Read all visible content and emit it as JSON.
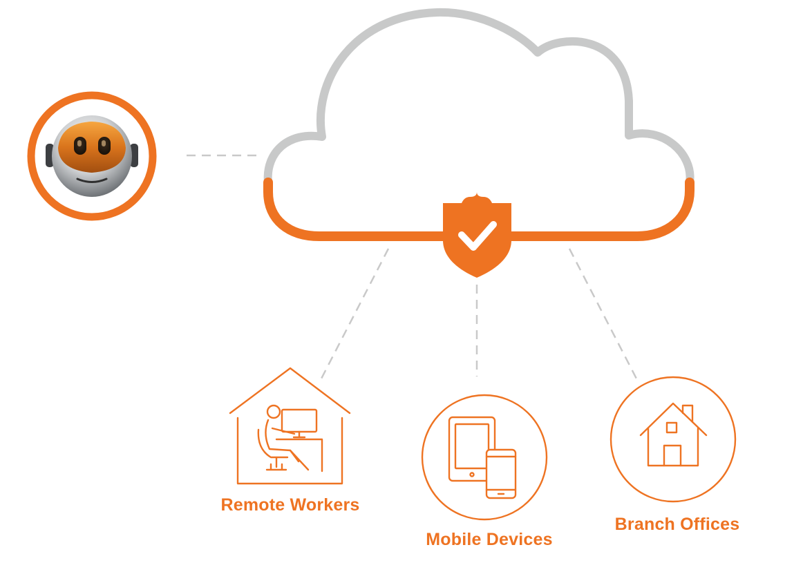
{
  "colors": {
    "accent": "#ee7322",
    "cloud_gray": "#c8c9c9",
    "connector": "#c9c9c9",
    "white": "#ffffff"
  },
  "labels": {
    "remote_workers": "Remote Workers",
    "mobile_devices": "Mobile Devices",
    "branch_offices": "Branch Offices"
  },
  "icons": {
    "mascot": "robot-mascot-icon",
    "shield": "shield-check-icon",
    "remote": "home-worker-icon",
    "mobile": "tablet-phone-icon",
    "branch": "house-icon"
  }
}
